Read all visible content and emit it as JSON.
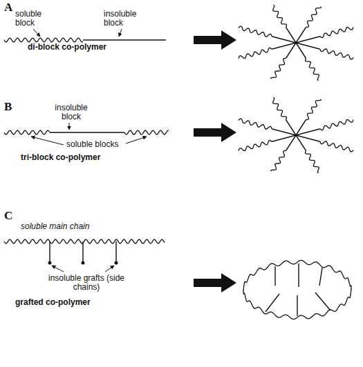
{
  "diagram": {
    "labels": [
      "A",
      "soluble block",
      "insoluble block",
      "di-block co-polymer",
      "B",
      "insoluble block",
      "soluble blocks",
      "tri-block co-polymer",
      "C",
      "soluble main chain",
      "insoluble grafts (side chains)",
      "grafted co-polymer"
    ]
  }
}
